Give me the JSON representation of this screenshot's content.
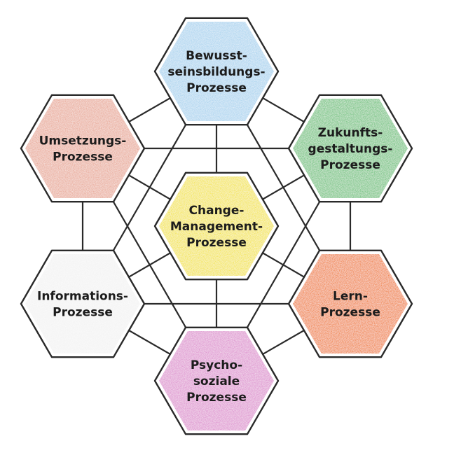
{
  "diagram": {
    "colors": {
      "line": "#2a2a2a",
      "background": "#ffffff"
    },
    "nodes": [
      {
        "id": "change",
        "lines": [
          "Change-",
          "Management-",
          "Prozesse"
        ],
        "color": "#f3e43a"
      },
      {
        "id": "bewusst",
        "lines": [
          "Bewusst-",
          "seinsbildungs-",
          "Prozesse"
        ],
        "color": "#a9d3ef"
      },
      {
        "id": "zukunft",
        "lines": [
          "Zukunfts-",
          "gestaltungs-",
          "Prozesse"
        ],
        "color": "#6cc27a"
      },
      {
        "id": "lern",
        "lines": [
          "Lern-",
          "Prozesse"
        ],
        "color": "#f07f33"
      },
      {
        "id": "psycho",
        "lines": [
          "Psycho-",
          "soziale",
          "Prozesse"
        ],
        "color": "#de8fcf"
      },
      {
        "id": "info",
        "lines": [
          "Informations-",
          "Prozesse"
        ],
        "color": "#f3f3f3"
      },
      {
        "id": "umsetz",
        "lines": [
          "Umsetzungs-",
          "Prozesse"
        ],
        "color": "#e9a896"
      }
    ]
  }
}
